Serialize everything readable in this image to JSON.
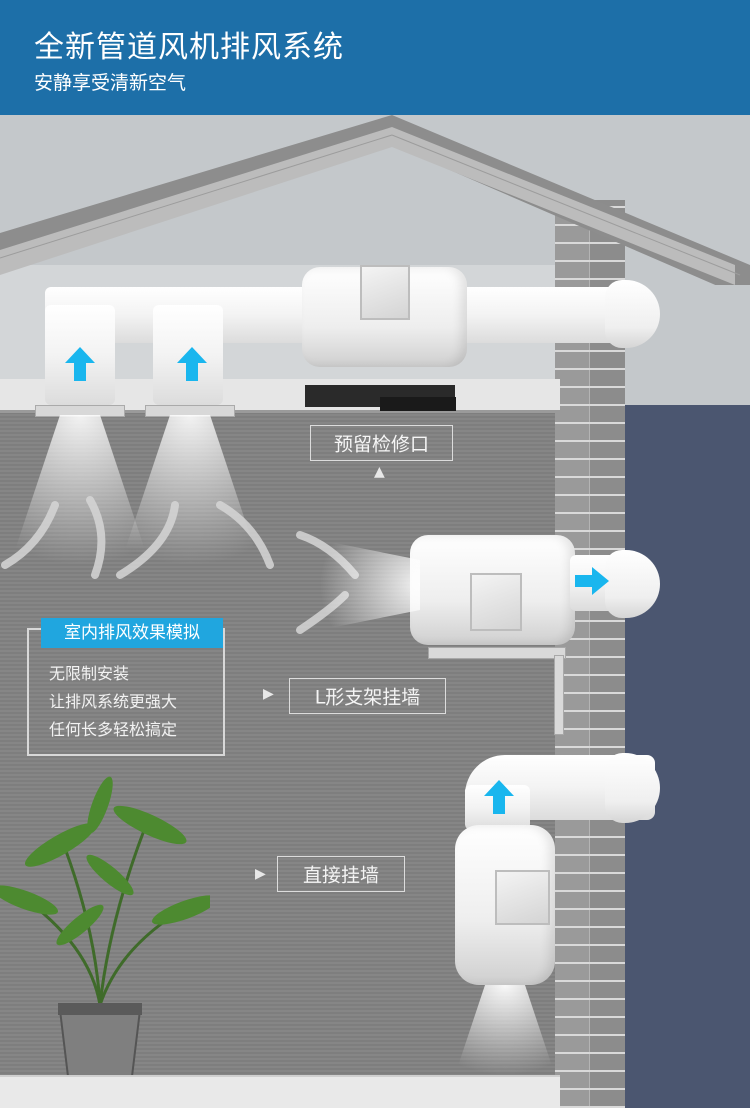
{
  "header": {
    "title": "全新管道风机排风系统",
    "subtitle": "安静享受清新空气"
  },
  "labels": {
    "maintenance": "预留检修口",
    "l_bracket": "L形支架挂墙",
    "direct_wall": "直接挂墙"
  },
  "info_box": {
    "title": "室内排风效果模拟",
    "lines": [
      "无限制安装",
      "让排风系统更强大",
      "任何长多轻松搞定"
    ]
  },
  "colors": {
    "header_bg": "#1d6fa8",
    "accent": "#20a6df",
    "arrow": "#19b6ee",
    "outside_wall": "#4b5670"
  }
}
